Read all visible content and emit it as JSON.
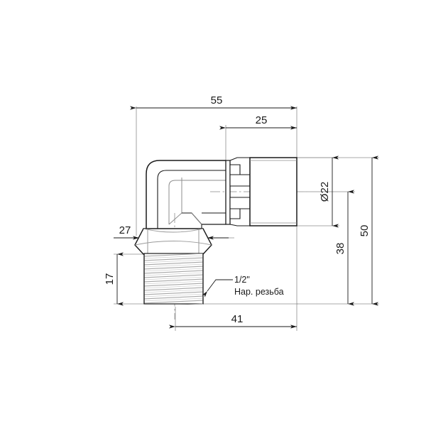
{
  "drawing": {
    "title": "Press fitting elbow 90° with male thread - dimensioned technical drawing",
    "background_color": "#ffffff",
    "line_color": "#1a1a1a",
    "thin_line_color": "#8c8c8c",
    "center_line_color": "#a6a6a6",
    "hatch_color": "#b0b0b0",
    "units": "mm"
  },
  "dimensions": {
    "overall_length": "55",
    "sleeve_length": "25",
    "outer_diameter": "Ø22",
    "total_height": "50",
    "axis_height": "38",
    "hex_width": "27",
    "thread_length": "17",
    "base_length": "41"
  },
  "annotation": {
    "thread_size": "1/2\"",
    "thread_type": "Нар. резьба"
  }
}
